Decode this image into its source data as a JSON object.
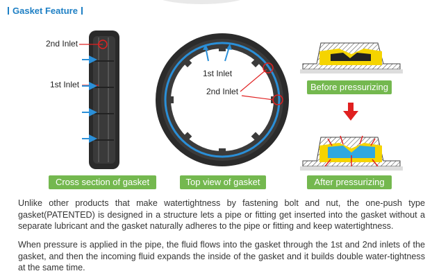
{
  "header": {
    "title": "Gasket Feature"
  },
  "cross_section": {
    "inlet2_label": "2nd Inlet",
    "inlet1_label": "1st Inlet",
    "caption": "Cross section of gasket"
  },
  "top_view": {
    "inlet1_label": "1st Inlet",
    "inlet2_label": "2nd Inlet",
    "caption": "Top view of gasket"
  },
  "pressure": {
    "before_caption": "Before pressurizing",
    "after_caption": "After pressurizing"
  },
  "colors": {
    "accent_blue": "#1d7fc4",
    "caption_green": "#74b84f",
    "arrow_red": "#e02020",
    "gasket_yellow": "#f5d400"
  },
  "body": {
    "paragraph1": "Unlike other products that make watertightness by fastening bolt and nut, the one-push type gasket(PATENTED) is designed in a structure lets a pipe or fitting get inserted into the gasket without a separate lubricant and the gasket naturally adheres to the pipe or fitting and keep watertightness.",
    "paragraph2": "When pressure is applied in the pipe, the fluid flows into the gasket through the 1st and 2nd inlets of the gasket, and then the incoming fluid expands the inside of the gasket and it builds double water-tightness at the same time."
  }
}
